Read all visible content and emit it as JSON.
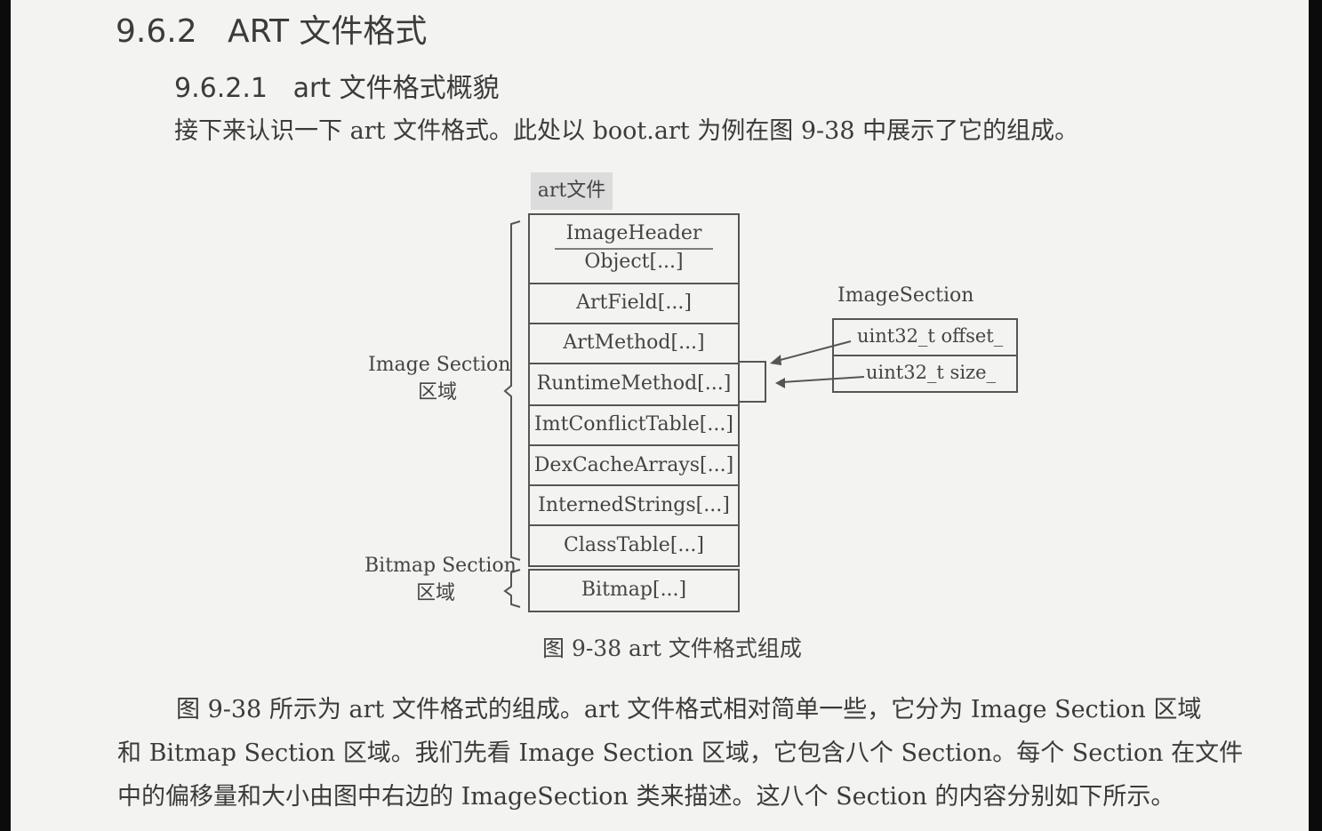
{
  "heading": {
    "number": "9.6.2",
    "title": "ART 文件格式"
  },
  "subheading": {
    "number": "9.6.2.1",
    "title": "art 文件格式概貌"
  },
  "intro": "接下来认识一下 art 文件格式。此处以 boot.art 为例在图 9-38 中展示了它的组成。",
  "figure": {
    "file_label": "art文件",
    "header_cell": {
      "line1": "ImageHeader",
      "line2": "Object[...]"
    },
    "cells": [
      "ArtField[...]",
      "ArtMethod[...]",
      "RuntimeMethod[...]",
      "ImtConflictTable[...]",
      "DexCacheArrays[...]",
      "InternedStrings[...]",
      "ClassTable[...]"
    ],
    "bitmap_cell": "Bitmap[...]",
    "image_section_label": {
      "line1": "Image Section",
      "line2": "区域"
    },
    "bitmap_section_label": {
      "line1": "Bitmap Section",
      "line2": "区域"
    },
    "image_section_struct": {
      "title": "ImageSection",
      "fields": [
        "uint32_t offset_",
        "uint32_t size_"
      ]
    },
    "caption": "图 9-38    art 文件格式组成"
  },
  "paragraph": {
    "line1": "图 9-38 所示为 art 文件格式的组成。art 文件格式相对简单一些，它分为 Image Section 区域",
    "line2": "和 Bitmap Section 区域。我们先看 Image Section 区域，它包含八个 Section。每个 Section 在文件",
    "line3": "中的偏移量和大小由图中右边的 ImageSection 类来描述。这八个 Section 的内容分别如下所示。"
  }
}
